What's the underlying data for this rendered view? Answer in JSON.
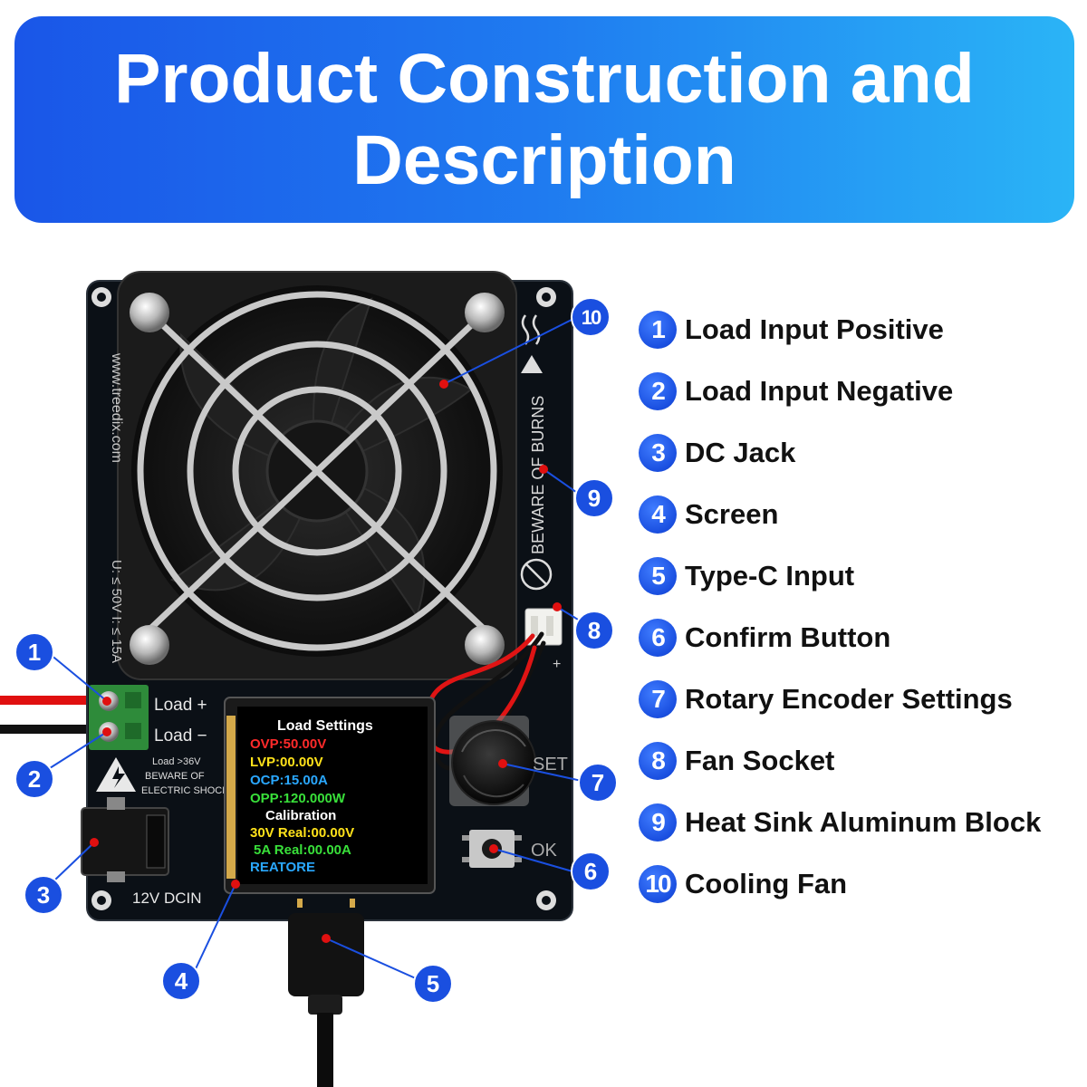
{
  "header": {
    "title_line1": "Product Construction and",
    "title_line2": "Description"
  },
  "board": {
    "website": "www.treedix.com",
    "rating": "U: ≤ 50V I: ≤ 15A",
    "load_pos_label": "Load +",
    "load_neg_label": "Load −",
    "warning_line1": "Load >36V",
    "warning_line2": "BEWARE OF",
    "warning_line3": "ELECTRIC SHOCK",
    "dc_label": "12V DCIN",
    "burns_label": "BEWARE OF BURNS",
    "set_label": "SET",
    "ok_label": "OK",
    "plus_label": "+"
  },
  "screen": {
    "title": "Load Settings",
    "ovp": "OVP:50.00V",
    "lvp": "LVP:00.00V",
    "ocp": "OCP:15.00A",
    "opp": "OPP:120.000W",
    "calibration": "Calibration",
    "cal_v": "30V Real:00.00V",
    "cal_a": "5A Real:00.00A",
    "restore": "REATORE"
  },
  "callouts": [
    "1",
    "2",
    "3",
    "4",
    "5",
    "6",
    "7",
    "8",
    "9",
    "10"
  ],
  "legend": [
    {
      "num": "1",
      "label": "Load Input Positive"
    },
    {
      "num": "2",
      "label": "Load Input Negative"
    },
    {
      "num": "3",
      "label": "DC Jack"
    },
    {
      "num": "4",
      "label": "Screen"
    },
    {
      "num": "5",
      "label": "Type-C Input"
    },
    {
      "num": "6",
      "label": "Confirm Button"
    },
    {
      "num": "7",
      "label": "Rotary Encoder Settings"
    },
    {
      "num": "8",
      "label": "Fan Socket"
    },
    {
      "num": "9",
      "label": "Heat Sink Aluminum Block"
    },
    {
      "num": "10",
      "label": "Cooling Fan"
    }
  ],
  "colors": {
    "banner_start": "#1a56e8",
    "banner_end": "#2ab4f6",
    "callout_blue": "#1a4fe0",
    "ovp_red": "#ff2a2a",
    "lvp_yellow": "#ffe21a",
    "ocp_blue": "#2aa8ff",
    "opp_green": "#39e03a"
  }
}
